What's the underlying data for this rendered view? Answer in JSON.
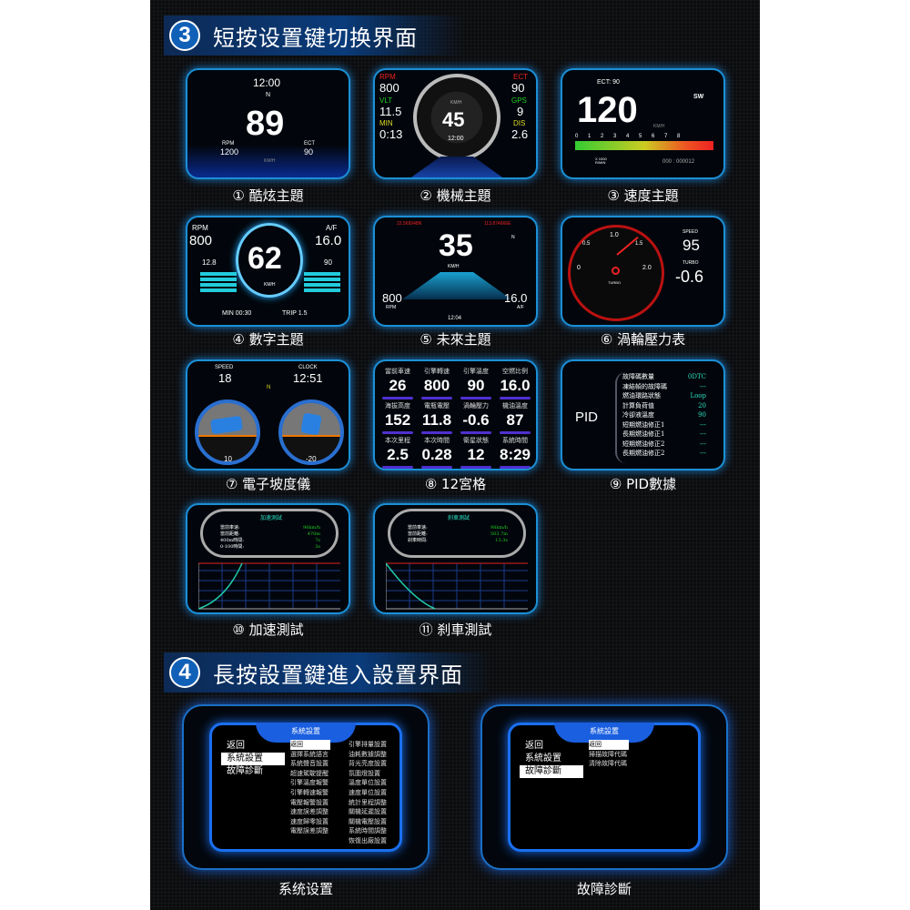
{
  "section3": {
    "number": "3",
    "title": "短按设置键切换界面"
  },
  "section4": {
    "number": "4",
    "title": "長按設置鍵進入設置界面"
  },
  "themes": [
    {
      "caption": "① 酷炫主題",
      "time": "12:00",
      "dir": "N",
      "speed": "89",
      "rpm_label": "RPM",
      "rpm": "1200",
      "ect_label": "ECT",
      "ect": "90",
      "unit": "KM/H"
    },
    {
      "caption": "② 機械主題",
      "rpm_label": "RPM",
      "rpm": "800",
      "vlt_label": "VLT",
      "vlt": "11.5",
      "min_label": "MIN",
      "min": "0:13",
      "ect_label": "ECT",
      "ect": "90",
      "gps_label": "GPS",
      "gps": "9",
      "dis_label": "DIS",
      "dis": "2.6",
      "speed": "45",
      "unit": "KM/H",
      "time": "12:00"
    },
    {
      "caption": "③ 速度主題",
      "ect": "ECT: 90",
      "speed": "120",
      "unit": "KM/H",
      "dir": "SW",
      "scale": "0 1 2 3 4 5 6 7 8",
      "rpm_unit": "X 1000 R/MIN",
      "odo": "000 : 000012"
    },
    {
      "caption": "④ 數字主題",
      "rpm_label": "RPM",
      "rpm": "800",
      "af_label": "A/F",
      "af": "16.0",
      "speed": "62",
      "unit": "KM/H",
      "volt": "12.8",
      "temp": "90",
      "min": "MIN 00:30",
      "trip": "TRIP 1.5"
    },
    {
      "caption": "⑤ 未來主題",
      "lat": "22.569948N",
      "lon": "113.874666E",
      "speed": "35",
      "unit": "KM/H",
      "dir": "N",
      "rpm": "800",
      "rpm_label": "RPM",
      "af": "16.0",
      "af_label": "A/F",
      "time": "12:04"
    },
    {
      "caption": "⑥ 渦輪壓力表",
      "ticks": [
        "0",
        "0.5",
        "1.0",
        "1.5",
        "2.0"
      ],
      "gauge_label": "TURBO",
      "speed_label": "SPEED",
      "speed": "95",
      "turbo_label": "TURBO",
      "turbo": "-0.6"
    },
    {
      "caption": "⑦ 電子坡度儀",
      "speed_label": "SPEED",
      "speed": "18",
      "clock_label": "CLOCK",
      "clock": "12:51",
      "dir": "N",
      "pitch": "10",
      "roll": "-20"
    },
    {
      "caption": "⑧ 12宮格",
      "cells": [
        {
          "k": "當前車速",
          "v": "26"
        },
        {
          "k": "引擎轉速",
          "v": "800"
        },
        {
          "k": "引擎溫度",
          "v": "90"
        },
        {
          "k": "空燃比例",
          "v": "16.0"
        },
        {
          "k": "海拔高度",
          "v": "152"
        },
        {
          "k": "電瓶電壓",
          "v": "11.8"
        },
        {
          "k": "渦輪壓力",
          "v": "-0.6"
        },
        {
          "k": "機油溫度",
          "v": "87"
        },
        {
          "k": "本次里程",
          "v": "2.5"
        },
        {
          "k": "本次時間",
          "v": "0.28"
        },
        {
          "k": "衛星狀態",
          "v": "12"
        },
        {
          "k": "系統時間",
          "v": "8:29"
        }
      ]
    },
    {
      "caption": "⑨ PID數據",
      "label": "PID",
      "rows": [
        {
          "k": "故障碼數量",
          "v": "0DTC"
        },
        {
          "k": "凍結幀的故障碼",
          "v": "---"
        },
        {
          "k": "燃油環路狀態",
          "v": "Loop"
        },
        {
          "k": "計算負荷值",
          "v": "20"
        },
        {
          "k": "冷卻液溫度",
          "v": "90"
        },
        {
          "k": "短期燃油修正1",
          "v": "---"
        },
        {
          "k": "長期燃油修正1",
          "v": "---"
        },
        {
          "k": "短期燃油修正2",
          "v": "---"
        },
        {
          "k": "長期燃油修正2",
          "v": "---"
        }
      ]
    },
    {
      "caption": "⑩ 加速測試",
      "title": "加速測試",
      "rows": [
        {
          "k": "當前車速:",
          "v": "98km/h"
        },
        {
          "k": "當前距離:",
          "v": "470m"
        },
        {
          "k": "400m時間:",
          "v": "7s"
        },
        {
          "k": "0-100時間:",
          "v": "3s"
        }
      ]
    },
    {
      "caption": "⑪ 刹車測試",
      "title": "刹車測試",
      "rows": [
        {
          "k": "當前車速:",
          "v": "98km/h"
        },
        {
          "k": "當前距離:",
          "v": "503.7m"
        },
        {
          "k": "刹車時間:",
          "v": "13.3s"
        }
      ]
    }
  ],
  "settings": {
    "caption": "系统设置",
    "tab": "系統設置",
    "menu": [
      "返回",
      "系統設置",
      "故障診斷"
    ],
    "selected": 1,
    "col1": [
      "返回",
      "選擇系統語言",
      "系統聲音設置",
      "超速駕駛提醒",
      "引擎溫度報警",
      "引擎轉速報警",
      "電壓報警設置",
      "速度誤差調整",
      "速度歸零設置",
      "電壓誤差調整"
    ],
    "col2": [
      "引擎排量設置",
      "油耗數據調整",
      "背光亮度設置",
      "氛圍燈設置",
      "溫度單位設置",
      "速度單位設置",
      "統計里程調整",
      "關機延遲設置",
      "關機電壓設置",
      "系統時間調整",
      "恢復出廠設置"
    ]
  },
  "diagnosis": {
    "caption": "故障診斷",
    "tab": "系統設置",
    "menu": [
      "返回",
      "系統設置",
      "故障診斷"
    ],
    "selected": 2,
    "col1": [
      "返回",
      "掃描故障代碼",
      "清除故障代碼"
    ]
  },
  "colors": {
    "accent": "#1b8fd6",
    "menu_blue": "#1a6ff0",
    "value_green": "#2ce0c0"
  }
}
